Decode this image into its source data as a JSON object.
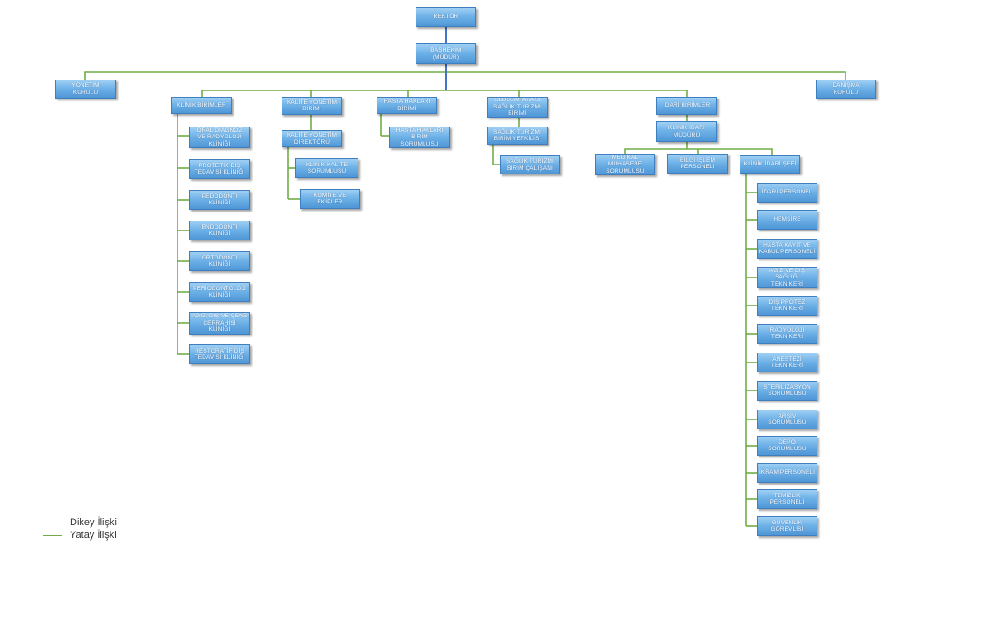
{
  "colors": {
    "vertical": "#4472c4",
    "horizontal": "#70ad47",
    "box_fill": "#5b9bd5"
  },
  "nodes": {
    "rektor": "REKTÖR",
    "bashekim": "BAŞHEKİM\n(MÜDÜR)",
    "yonetim_kurulu": "YÖNETİM\nKURULU",
    "danisma_kurulu": "DANIŞMA\nKURULU",
    "klinik_birimler": "KLİNİK BİRİMLER",
    "kalite_yonetim_birimi": "KALİTE YÖNETİM\nBİRİMİ",
    "hasta_haklari_birimi": "HASTA HAKLARI\nBİRİMİ",
    "uluslararasi_saglik_turizmi_birimi": "ULUSLARARASI\nSAĞLIK TURİZMİ\nBİRİMİ",
    "idari_birimler": "İDARİ BİRİMLER",
    "oral_diagnoz": "ORAL DİAGNOZ\nVE RADYOLOJİ\nKLİNİĞİ",
    "protetik": "PROTETİK DİŞ\nTEDAVİSİ KLİNİĞİ",
    "pedodonti": "PEDODONTİ\nKLİNİĞİ",
    "endodonti": "ENDODONTİ\nKLİNİĞİ",
    "ortodonti": "ORTODONTİ\nKLİNİĞİ",
    "periodontoloji": "PERİODONTOLOJİ\nKLİNİĞİ",
    "agiz_cerrahisi": "AĞIZ, DİŞ VE ÇENE\nCERRAHİSİ\nKLİNİĞİ",
    "restoratif": "RESTORATİF DİŞ\nTEDAVİSİ KLİNİĞİ",
    "kalite_direktoru": "KALİTE YÖNETİM\nDİREKTÖRÜ",
    "klinik_kalite_sorumlusu": "KLİNİK KALİTE\nSORUMLUSU",
    "komite_ekipler": "KOMİTE VE\nEKİPLER",
    "hasta_haklari_sorumlusu": "HASTA HAKLARI\nBİRİM\nSORUMLUSU",
    "saglik_turizmi_yetkilisi": "SAĞLIK TURİZMİ\nBİRİM YETKİLİSİ",
    "saglik_turizmi_calisani": "SAĞLIK TURİZMİ\nBİRİM ÇALIŞANI",
    "klinik_idari_muduru": "KLİNİK İDARİ\nMÜDÜRÜ",
    "medikal_muhasebe": "MEDİKAL\nMUHASEBE\nSORUMLUSU",
    "bilgi_islem": "BİLGİ İŞLEM\nPERSONELİ",
    "klinik_idari_sefi": "KLİNİK İDARİ ŞEFİ",
    "idari_personel": "İDARİ PERSONEL",
    "hemsire": "HEMŞİRE",
    "hasta_kayit": "HASTA KAYIT VE\nKABUL PERSONELİ",
    "agiz_dis_sagligi_teknikeri": "AĞIZ VE DİŞ\nSAĞLIĞI\nTEKNİKERİ",
    "dis_protez_teknikeri": "DİŞ PROTEZ\nTEKNİKERİ",
    "radyoloji_teknikeri": "RADYOLOJİ\nTEKNİKERİ",
    "anestezi_teknikeri": "ANESTEZİ\nTEKNİKERİ",
    "sterilizasyon_sorumlusu": "STERİLİZASYON\nSORUMLUSU",
    "arsiv_sorumlusu": "ARŞİV\nSORUMLUSU",
    "depo_sorumlusu": "DEPO\nSORUMLUSU",
    "ikram_personeli": "İKRAM PERSONELİ",
    "temizlik_personeli": "TEMİZLİK\nPERSONELİ",
    "guvenlik_gorevlisi": "GÜVENLİK\nGÖREVLİSİ"
  },
  "legend": {
    "vertical_label": "Dikey İlişki",
    "horizontal_label": "Yatay İlişki"
  }
}
